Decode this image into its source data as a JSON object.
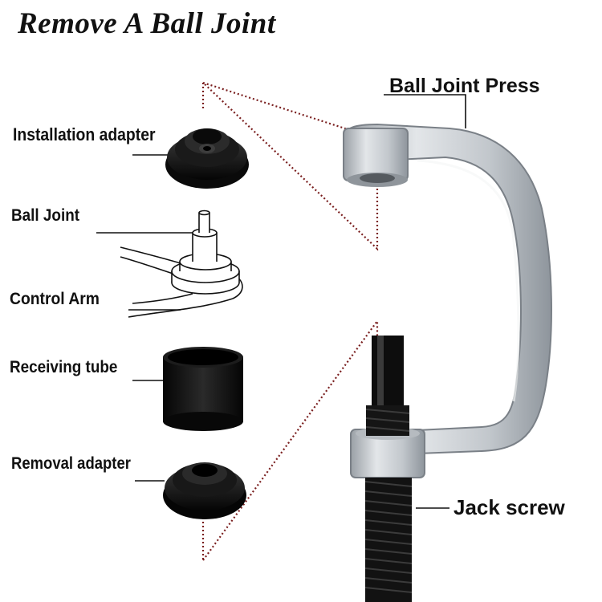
{
  "title": "Remove A Ball Joint",
  "labels": {
    "installation_adapter": "Installation adapter",
    "ball_joint": "Ball Joint",
    "control_arm": "Control Arm",
    "receiving_tube": "Receiving tube",
    "removal_adapter": "Removal adapter",
    "ball_joint_press": "Ball Joint Press",
    "jack_screw": "Jack screw"
  },
  "colors": {
    "text": "#111111",
    "press_metal": "#c8ccd0",
    "parts_black": "#111111",
    "dotted_guide": "#7a1f1f"
  }
}
